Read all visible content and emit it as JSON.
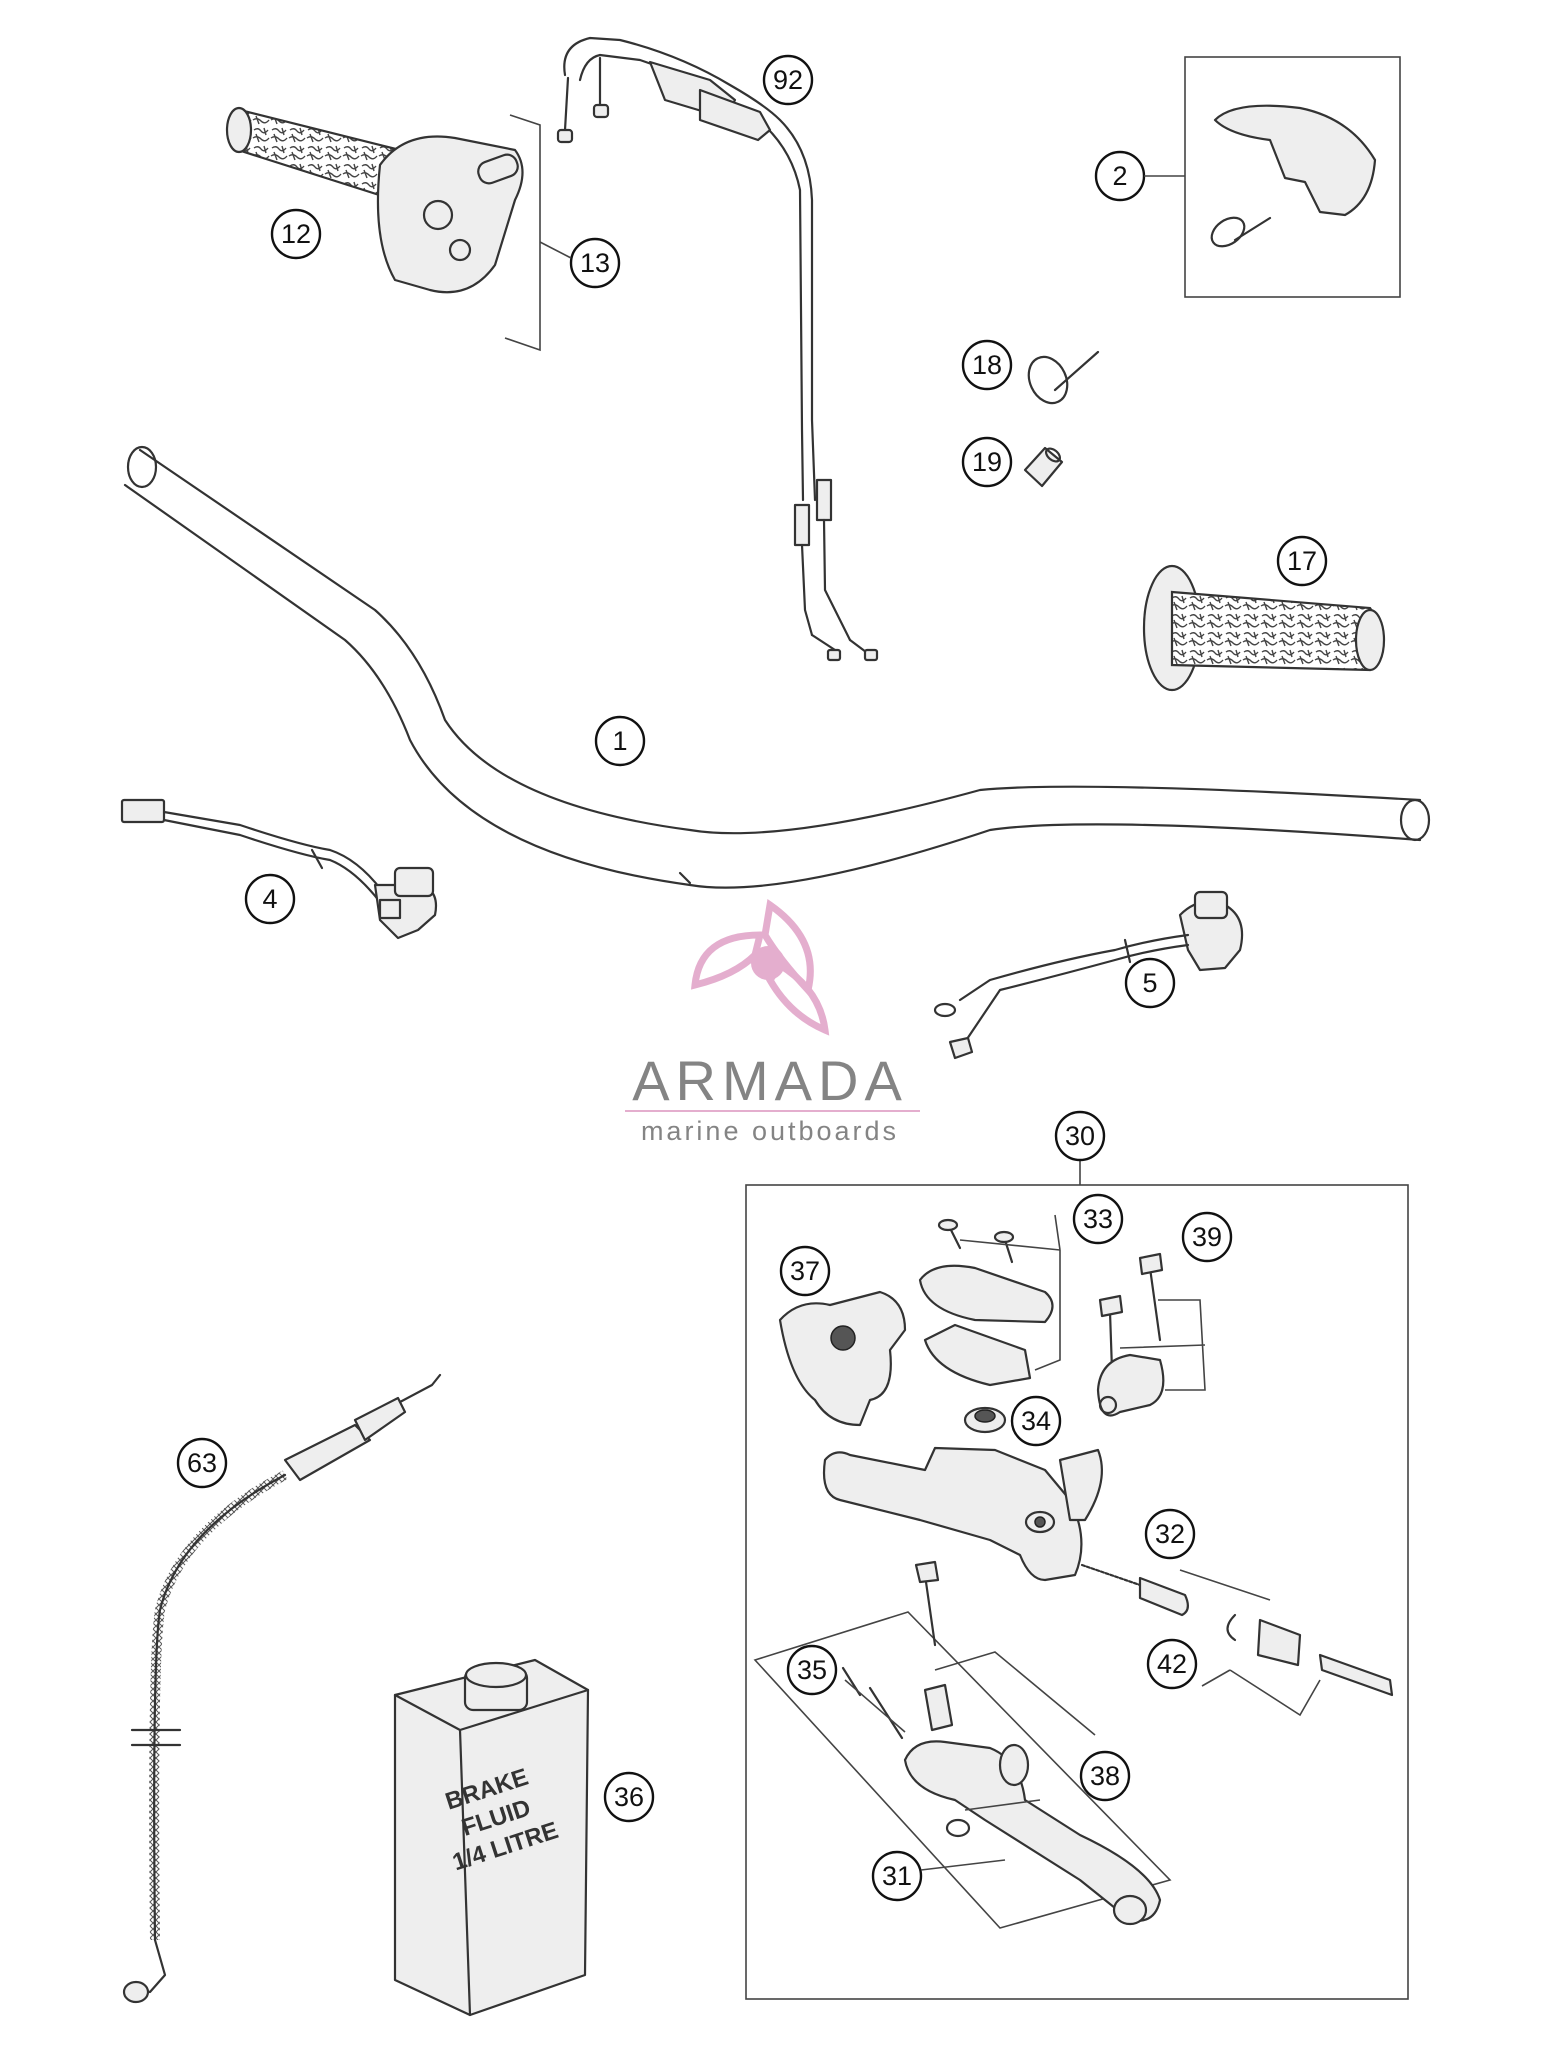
{
  "callouts": [
    {
      "id": "1",
      "label": "1"
    },
    {
      "id": "2",
      "label": "2"
    },
    {
      "id": "4",
      "label": "4"
    },
    {
      "id": "5",
      "label": "5"
    },
    {
      "id": "12",
      "label": "12"
    },
    {
      "id": "13",
      "label": "13"
    },
    {
      "id": "17",
      "label": "17"
    },
    {
      "id": "18",
      "label": "18"
    },
    {
      "id": "19",
      "label": "19"
    },
    {
      "id": "30",
      "label": "30"
    },
    {
      "id": "31",
      "label": "31"
    },
    {
      "id": "32",
      "label": "32"
    },
    {
      "id": "33",
      "label": "33"
    },
    {
      "id": "34",
      "label": "34"
    },
    {
      "id": "35",
      "label": "35"
    },
    {
      "id": "36",
      "label": "36"
    },
    {
      "id": "37",
      "label": "37"
    },
    {
      "id": "38",
      "label": "38"
    },
    {
      "id": "39",
      "label": "39"
    },
    {
      "id": "42",
      "label": "42"
    },
    {
      "id": "63",
      "label": "63"
    },
    {
      "id": "92",
      "label": "92"
    }
  ],
  "fluid_container": {
    "line1": "BRAKE",
    "line2": "FLUID",
    "line3": "1/4 LITRE"
  },
  "watermark": {
    "name": "ARMADA",
    "tagline": "marine outboards",
    "icon": "propeller-icon",
    "primary_color": "#e2a6c9",
    "text_color": "#777777"
  }
}
